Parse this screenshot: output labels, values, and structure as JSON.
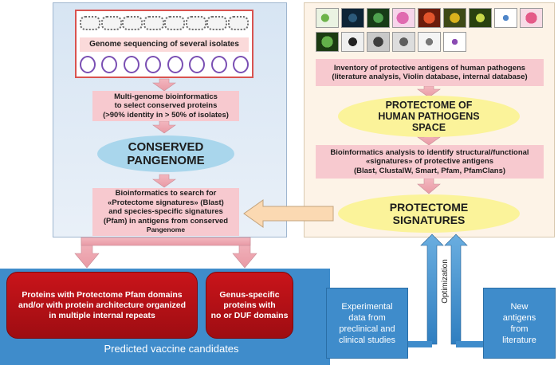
{
  "left": {
    "genome_label": "Genome sequencing of several isolates",
    "multigenome_lines": [
      "Multi-genome bioinformatics",
      "to select conserved proteins",
      "(>90% identity in > 50% of isolates)"
    ],
    "pangenome_lines": [
      "CONSERVED",
      "PANGENOME"
    ],
    "search_lines": [
      "Bioinformatics to search for",
      "«Protectome signatures» (Blast)",
      "and species-specific signatures",
      "(Pfam) in antigens from conserved",
      "Pangenome"
    ]
  },
  "right": {
    "inventory_lines": [
      "Inventory of protective antigens of human pathogens",
      "(literature analysis, Violin database, internal database)"
    ],
    "protectome_space_lines": [
      "PROTECTOME OF",
      "HUMAN PATHOGENS",
      "SPACE"
    ],
    "analysis_lines": [
      "Bioinformatics analysis to identify structural/functional",
      "«signatures» of protective antigens",
      "(Blast, ClustalW, Smart, Pfam, PfamClans)"
    ],
    "signatures_lines": [
      "PROTECTOME",
      "SIGNATURES"
    ]
  },
  "bottom": {
    "candidates_a_lines": [
      "Proteins with Protectome Pfam domains",
      "and/or with protein architecture organized",
      "in multiple internal repeats"
    ],
    "candidates_b_lines": [
      "Genus-specific",
      "proteins with",
      "no or DUF domains"
    ],
    "predicted_label": "Predicted vaccine candidates",
    "experimental_lines": [
      "Experimental",
      "data from",
      "preclinical and",
      "clinical studies"
    ],
    "new_antigens_lines": [
      "New",
      "antigens",
      "from",
      "literature"
    ],
    "optimization_label": "Optimization"
  },
  "colors": {
    "left_panel": "#d7e5f3",
    "right_panel": "#fdf3e7",
    "pink_box": "#f7c9cf",
    "blue_ellipse": "#a9d6ec",
    "yellow_ellipse": "#fbf39a",
    "red_box": "#c9141a",
    "blue_bar": "#3f8ccb"
  },
  "icons": [
    "plasmid-icon",
    "genome-circle-icon",
    "pathogen-thumbnail-icon"
  ]
}
